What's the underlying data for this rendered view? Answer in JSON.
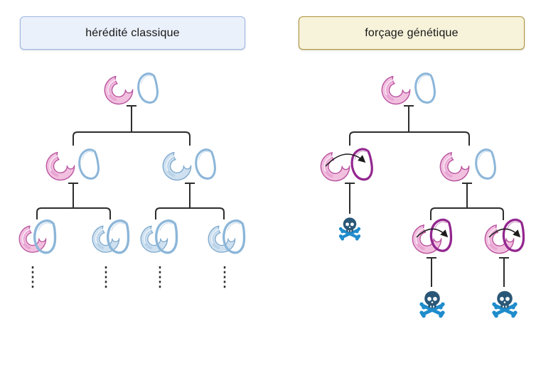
{
  "panels": {
    "left": {
      "title": "hérédité classique",
      "style": {
        "background": "#ebf1fb",
        "border": "#9db6e4"
      }
    },
    "right": {
      "title": "forçage génétique",
      "style": {
        "background": "#f7f3da",
        "border": "#ae923b"
      }
    }
  },
  "palette": {
    "wild_chromosome_pink": "#c95fae",
    "wild_chromosome_blue": "#8cb6d9",
    "gene_drive_purple": "#93278f",
    "skull_head": "#2b5777",
    "skull_bones": "#1f8ccc",
    "tree_line": "#2d2d2d"
  },
  "icons": {
    "death": "skull-crossbones-icon"
  },
  "left_tree": {
    "generations": [
      [
        "pink+blue"
      ],
      [
        "pink+blue",
        "blue+blue"
      ],
      [
        "pink+blue",
        "blue+blue",
        "blue+blue",
        "blue+blue"
      ]
    ],
    "continuation_dotted_lines": 4
  },
  "right_tree": {
    "generations": [
      [
        "pink+blue"
      ],
      [
        "pink+drive converted (dies)",
        "pink+blue"
      ],
      [
        "pink+drive converted (dies)",
        "pink+drive converted (dies)"
      ]
    ],
    "death_icons": 3,
    "conversion_arrows": 3
  }
}
